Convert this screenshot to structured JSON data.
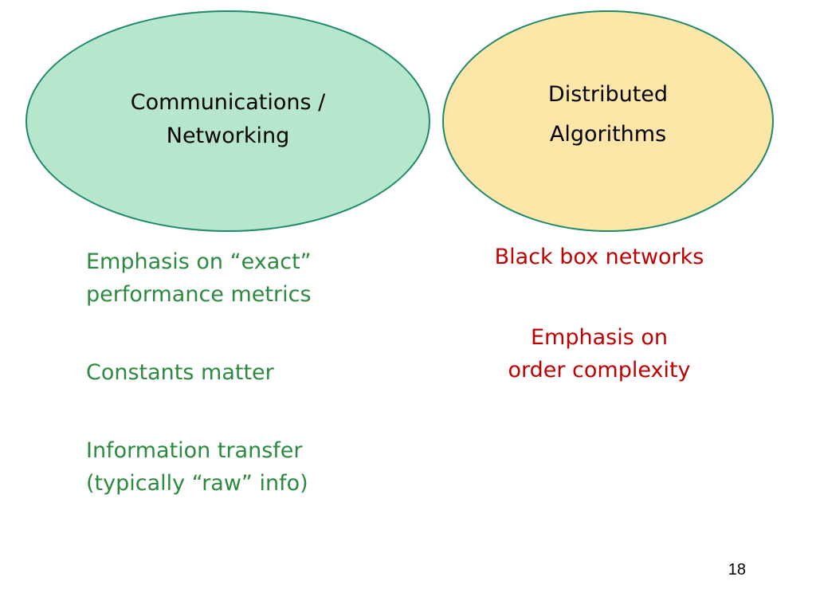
{
  "left_ellipse": {
    "line1": "Communications /",
    "line2": "Networking",
    "fill_color": "#b6e6cb",
    "border_color": "#1e8a6a"
  },
  "right_ellipse": {
    "line1": "Distributed",
    "line2": "Algorithms",
    "fill_color": "#fce7a8",
    "border_color": "#1e8a6a"
  },
  "left_points": {
    "color": "#2b8a3e",
    "items": [
      {
        "line1": "Emphasis on “exact”",
        "line2": "performance metrics"
      },
      {
        "line1": "Constants matter",
        "line2": ""
      },
      {
        "line1": "Information transfer",
        "line2": "(typically “raw” info)"
      }
    ]
  },
  "right_points": {
    "color": "#c00000",
    "items": [
      {
        "line1": "Black box networks",
        "line2": ""
      },
      {
        "line1": "Emphasis on",
        "line2": "order complexity"
      }
    ]
  },
  "page_number": "18"
}
